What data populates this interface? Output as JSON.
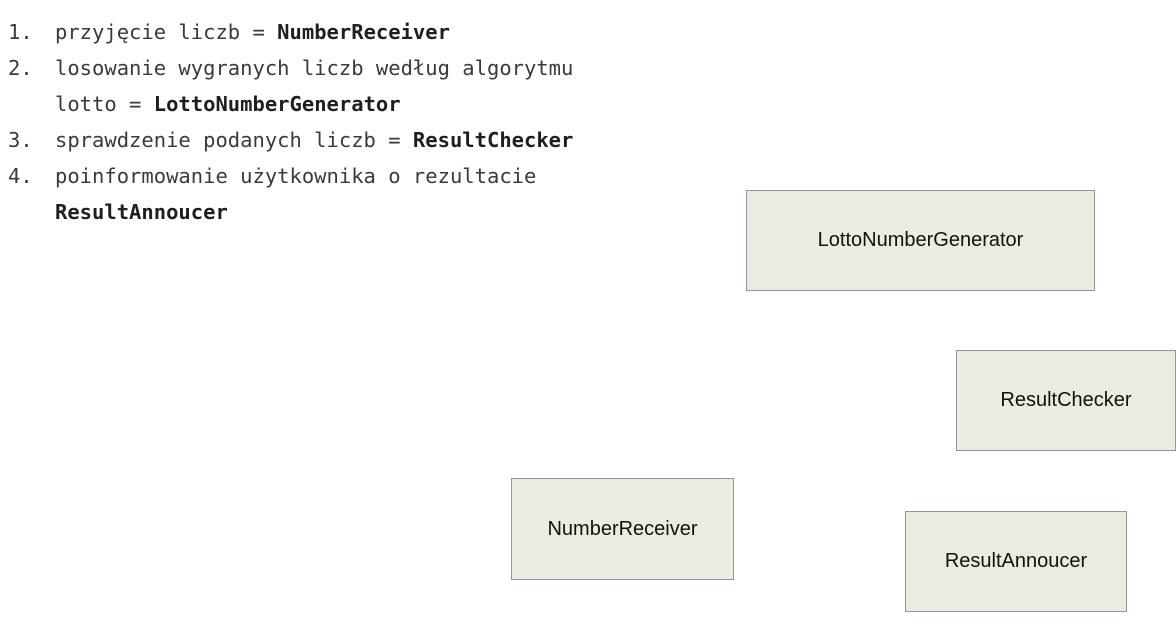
{
  "steps": [
    {
      "num": "1.",
      "lines": [
        {
          "text": "przyjęcie liczb = ",
          "bold": "NumberReceiver"
        }
      ]
    },
    {
      "num": "2.",
      "lines": [
        {
          "text": "losowanie wygranych liczb według algorytmu",
          "bold": ""
        },
        {
          "text": "lotto = ",
          "bold": "LottoNumberGenerator"
        }
      ]
    },
    {
      "num": "3.",
      "lines": [
        {
          "text": "sprawdzenie podanych liczb = ",
          "bold": "ResultChecker"
        }
      ]
    },
    {
      "num": "4.",
      "lines": [
        {
          "text": "poinformowanie użytkownika o rezultacie",
          "bold": ""
        },
        {
          "text": "",
          "bold": "ResultAnnoucer"
        }
      ]
    }
  ],
  "boxes": {
    "lotto": "LottoNumberGenerator",
    "checker": "ResultChecker",
    "receiver": "NumberReceiver",
    "announcer": "ResultAnnoucer"
  },
  "colors": {
    "box_fill": "#ecebdf",
    "box_border": "#8b94a8",
    "text": "#3a3a3a"
  }
}
